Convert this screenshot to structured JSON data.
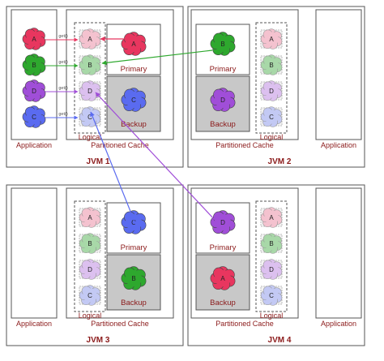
{
  "labels": {
    "application": "Application",
    "partitioned_cache": "Partitioned Cache",
    "logical": "Logical",
    "primary": "Primary",
    "backup": "Backup",
    "get": "get()"
  },
  "jvms": [
    {
      "id": "jvm1",
      "title": "JVM 1",
      "primary": [
        "A"
      ],
      "backup": [
        "C"
      ],
      "app_gets": [
        "A",
        "B",
        "D",
        "C"
      ]
    },
    {
      "id": "jvm2",
      "title": "JVM 2",
      "primary": [
        "B"
      ],
      "backup": [
        "D"
      ],
      "app_gets": []
    },
    {
      "id": "jvm3",
      "title": "JVM 3",
      "primary": [
        "C"
      ],
      "backup": [
        "B"
      ],
      "app_gets": []
    },
    {
      "id": "jvm4",
      "title": "JVM 4",
      "primary": [
        "D"
      ],
      "backup": [
        "A"
      ],
      "app_gets": []
    }
  ],
  "logical_keys": [
    "A",
    "B",
    "D",
    "C"
  ],
  "colors": {
    "A": "#e8365f",
    "B": "#2ea82e",
    "C": "#5a6bf0",
    "D": "#a04ed8",
    "A_light": "#f4c2cf",
    "B_light": "#a8d8a8",
    "C_light": "#c3c9f4",
    "D_light": "#dcc0ef",
    "label": "#8b1a1a",
    "backup_fill": "#c8c8c8"
  }
}
